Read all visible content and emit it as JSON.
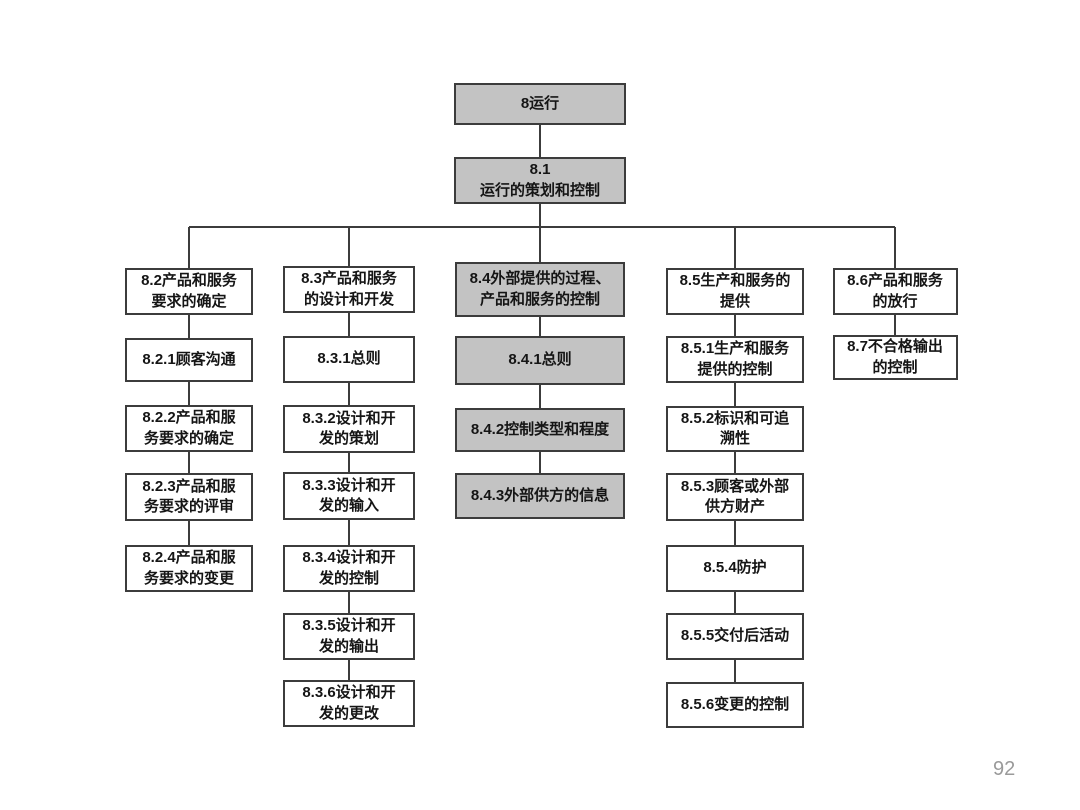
{
  "page": {
    "number": "92"
  },
  "colors": {
    "gray_fill": "#c3c3c3",
    "white_fill": "#ffffff",
    "border": "#3c3c3c",
    "line": "#3c3c3c",
    "page_number": "#9a9a9a"
  },
  "diagram": {
    "root": {
      "label": "8运行",
      "gray": true
    },
    "planning": {
      "label": "8.1\n运行的策划和控制",
      "gray": true
    },
    "columns": [
      {
        "nodes": [
          {
            "label": "8.2产品和服务\n要求的确定",
            "gray": false
          },
          {
            "label": "8.2.1顾客沟通",
            "gray": false
          },
          {
            "label": "8.2.2产品和服\n务要求的确定",
            "gray": false
          },
          {
            "label": "8.2.3产品和服\n务要求的评审",
            "gray": false
          },
          {
            "label": "8.2.4产品和服\n务要求的变更",
            "gray": false
          }
        ]
      },
      {
        "nodes": [
          {
            "label": "8.3产品和服务\n的设计和开发",
            "gray": false
          },
          {
            "label": "8.3.1总则",
            "gray": false
          },
          {
            "label": "8.3.2设计和开\n发的策划",
            "gray": false
          },
          {
            "label": "8.3.3设计和开\n发的输入",
            "gray": false
          },
          {
            "label": "8.3.4设计和开\n发的控制",
            "gray": false
          },
          {
            "label": "8.3.5设计和开\n发的输出",
            "gray": false
          },
          {
            "label": "8.3.6设计和开\n发的更改",
            "gray": false
          }
        ]
      },
      {
        "nodes": [
          {
            "label": "8.4外部提供的过程、\n产品和服务的控制",
            "gray": true
          },
          {
            "label": "8.4.1总则",
            "gray": true
          },
          {
            "label": "8.4.2控制类型和程度",
            "gray": true
          },
          {
            "label": "8.4.3外部供方的信息",
            "gray": true
          }
        ]
      },
      {
        "nodes": [
          {
            "label": "8.5生产和服务的\n提供",
            "gray": false
          },
          {
            "label": "8.5.1生产和服务\n提供的控制",
            "gray": false
          },
          {
            "label": "8.5.2标识和可追\n溯性",
            "gray": false
          },
          {
            "label": "8.5.3顾客或外部\n供方财产",
            "gray": false
          },
          {
            "label": "8.5.4防护",
            "gray": false
          },
          {
            "label": "8.5.5交付后活动",
            "gray": false
          },
          {
            "label": "8.5.6变更的控制",
            "gray": false
          }
        ]
      },
      {
        "nodes": [
          {
            "label": "8.6产品和服务\n的放行",
            "gray": false
          },
          {
            "label": "8.7不合格输出\n的控制",
            "gray": false
          }
        ]
      }
    ]
  }
}
